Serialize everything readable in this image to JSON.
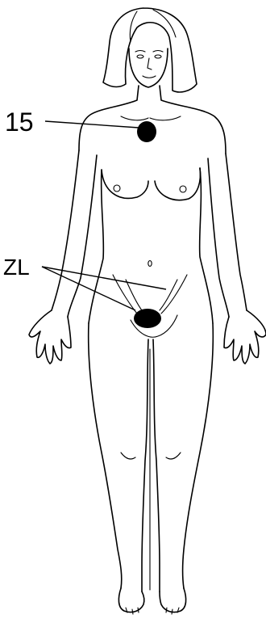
{
  "figure": {
    "subject": "front-view-female-figure",
    "colors": {
      "ink": "#000000",
      "background": "#ffffff",
      "marker": "#000000"
    }
  },
  "labels": {
    "point_15": "15",
    "point_zl": "ZL"
  },
  "markers": [
    {
      "id": "15",
      "shape": "filled-circle"
    },
    {
      "id": "ZL",
      "shape": "filled-ellipse"
    }
  ]
}
